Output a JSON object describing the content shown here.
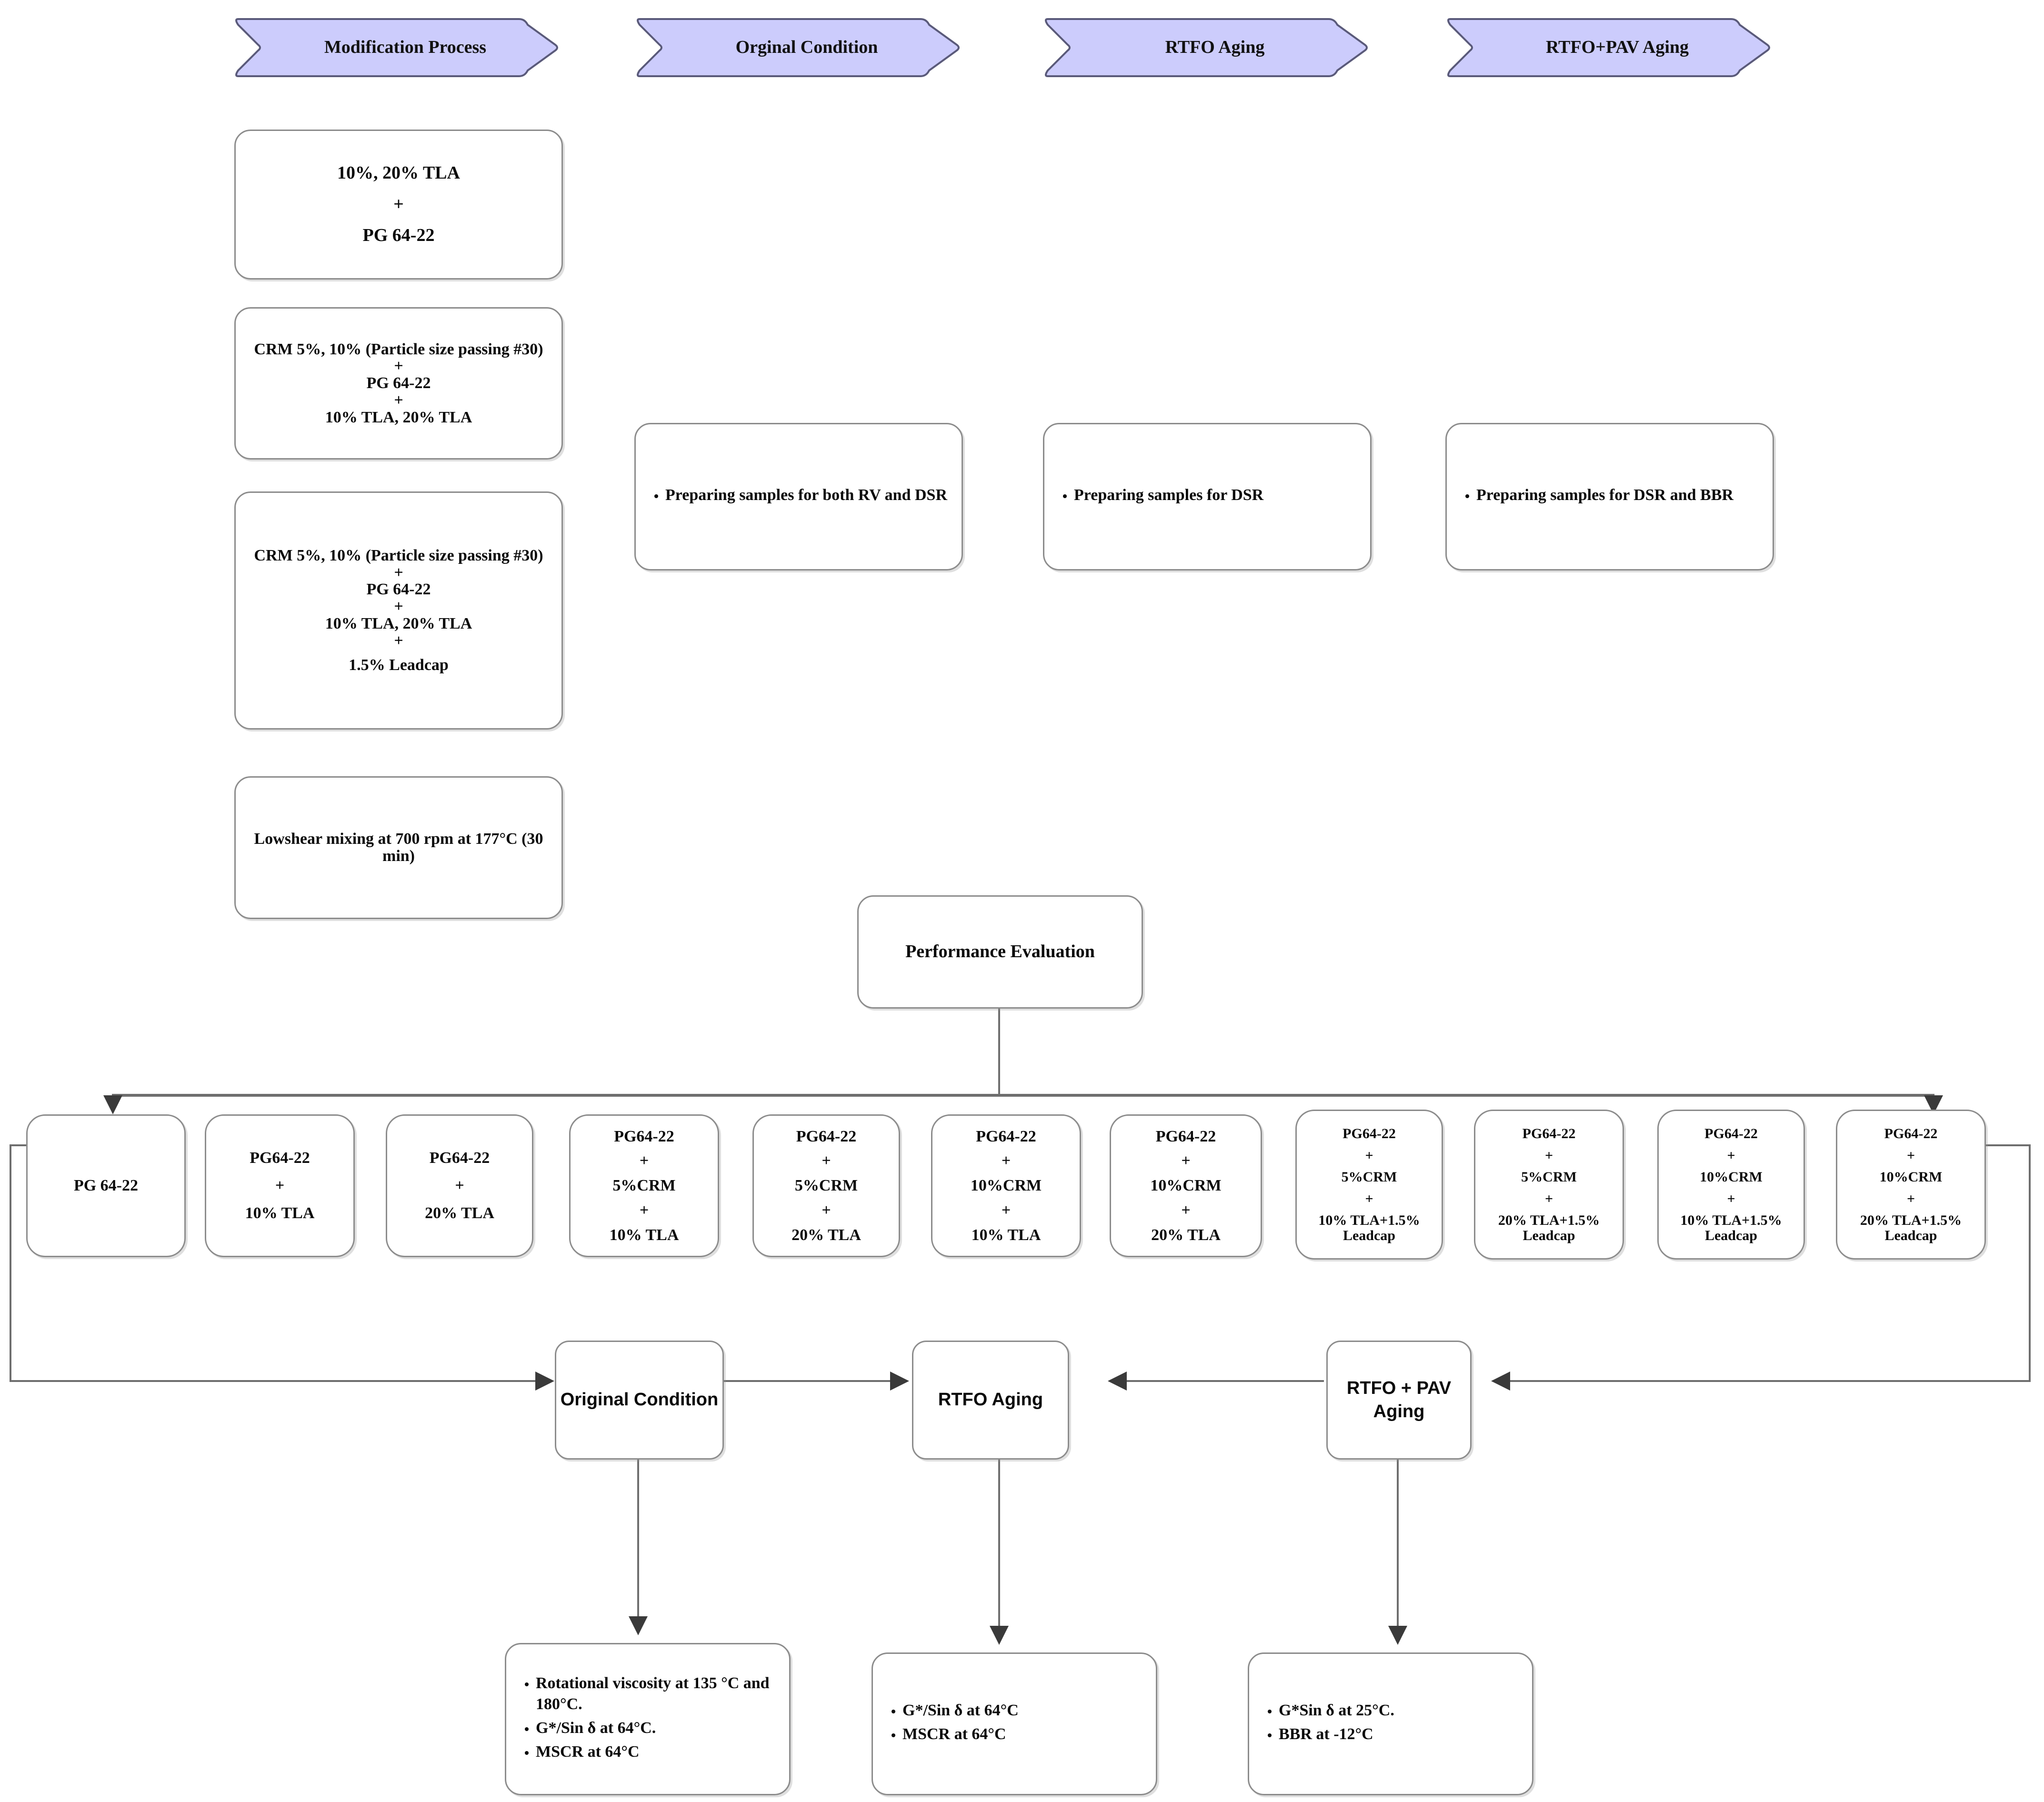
{
  "headers": [
    {
      "label": "Modification Process"
    },
    {
      "label": "Orginal Condition"
    },
    {
      "label": "RTFO Aging"
    },
    {
      "label": "RTFO+PAV Aging"
    }
  ],
  "modification_steps": [
    {
      "lines": [
        "10%, 20% TLA",
        "+",
        "PG 64-22"
      ]
    },
    {
      "lines": [
        "CRM 5%, 10% (Particle size passing #30)",
        "+",
        "PG 64-22",
        "+",
        "10% TLA, 20% TLA"
      ]
    },
    {
      "lines": [
        "CRM 5%, 10% (Particle size passing #30)",
        "+",
        "PG 64-22",
        "+",
        "10% TLA, 20% TLA",
        "+",
        "1.5% Leadcap"
      ]
    },
    {
      "lines": [
        "Lowshear mixing at 700 rpm at 177°C (30 min)"
      ]
    }
  ],
  "sample_prep": [
    {
      "items": [
        "Preparing  samples for both RV and DSR"
      ]
    },
    {
      "items": [
        "Preparing  samples for  DSR"
      ]
    },
    {
      "items": [
        "Preparing  samples for DSR and BBR"
      ]
    }
  ],
  "performance_evaluation": {
    "label": "Performance Evaluation"
  },
  "binders": [
    {
      "lines": [
        "PG 64-22"
      ]
    },
    {
      "lines": [
        "PG64-22",
        "+",
        "10% TLA"
      ]
    },
    {
      "lines": [
        "PG64-22",
        "+",
        "20% TLA"
      ]
    },
    {
      "lines": [
        "PG64-22",
        "+",
        "5%CRM",
        "+",
        "10% TLA"
      ]
    },
    {
      "lines": [
        "PG64-22",
        "+",
        "5%CRM",
        "+",
        "20% TLA"
      ]
    },
    {
      "lines": [
        "PG64-22",
        "+",
        "10%CRM",
        "+",
        "10% TLA"
      ]
    },
    {
      "lines": [
        "PG64-22",
        "+",
        "10%CRM",
        "+",
        "20% TLA"
      ]
    },
    {
      "lines": [
        "PG64-22",
        "+",
        "5%CRM",
        "+",
        "10% TLA+1.5% Leadcap"
      ]
    },
    {
      "lines": [
        "PG64-22",
        "+",
        "5%CRM",
        "+",
        "20% TLA+1.5% Leadcap"
      ]
    },
    {
      "lines": [
        "PG64-22",
        "+",
        "10%CRM",
        "+",
        "10% TLA+1.5% Leadcap"
      ]
    },
    {
      "lines": [
        "PG64-22",
        "+",
        "10%CRM",
        "+",
        "20% TLA+1.5% Leadcap"
      ]
    }
  ],
  "aging_conditions": [
    {
      "label": "Original Condition"
    },
    {
      "label": "RTFO Aging"
    },
    {
      "label": "RTFO + PAV Aging"
    }
  ],
  "test_results": [
    {
      "items": [
        "Rotational viscosity at 135 °C and 180°C.",
        "G*/Sin δ at 64°C.",
        "MSCR at 64°C"
      ]
    },
    {
      "items": [
        "G*/Sin δ at 64°C",
        "MSCR at 64°C"
      ]
    },
    {
      "items": [
        "G*Sin δ at 25°C.",
        "BBR at -12°C"
      ]
    }
  ],
  "colors": {
    "banner_fill": "#ccccfc",
    "banner_stroke": "#5a5a7a",
    "box_stroke": "#8c8c8c",
    "wire": "#6e6e6e",
    "text": "#0a0a0a",
    "background": "#ffffff"
  }
}
